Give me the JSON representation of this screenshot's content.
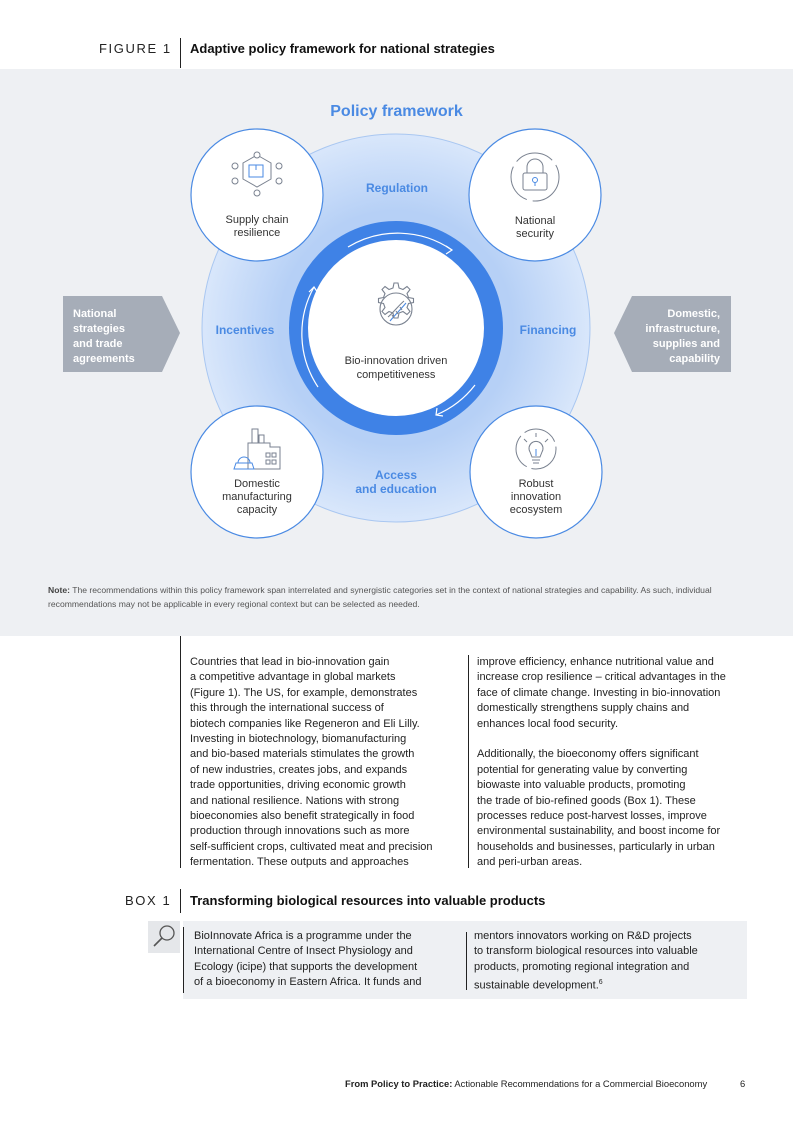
{
  "figure": {
    "label": "FIGURE 1",
    "title": "Adaptive policy framework for national strategies"
  },
  "diagram": {
    "heading": "Policy framework",
    "center": {
      "line1": "Bio-innovation driven",
      "line2": "competitiveness"
    },
    "ring_labels": {
      "top": "Regulation",
      "left": "Incentives",
      "right": "Financing",
      "bottom_line1": "Access",
      "bottom_line2": "and education"
    },
    "nodes": {
      "top_left": {
        "line1": "Supply chain",
        "line2": "resilience"
      },
      "top_right": {
        "line1": "National",
        "line2": "security"
      },
      "bottom_left": {
        "line1": "Domestic",
        "line2": "manufacturing",
        "line3": "capacity"
      },
      "bottom_right": {
        "line1": "Robust",
        "line2": "innovation",
        "line3": "ecosystem"
      }
    },
    "left_arrow": {
      "line1": "National",
      "line2": "strategies",
      "line3": "and trade",
      "line4": "agreements"
    },
    "right_arrow": {
      "line1": "Domestic,",
      "line2": "infrastructure,",
      "line3": "supplies and",
      "line4": "capability"
    },
    "colors": {
      "accent": "#3d7fe0",
      "ring_dark": "#3f82e6",
      "disc_light": "#c6dbf8",
      "arrow_gray": "#a6adb8"
    }
  },
  "note": {
    "label": "Note:",
    "text": " The recommendations within this policy framework span interrelated and synergistic categories set in the context of national strategies and capability. As such, individual recommendations may not be applicable in every regional context but can be selected as needed."
  },
  "body": {
    "col1": "Countries that lead in bio-innovation gain\na competitive advantage in global markets\n(Figure 1). The US, for example, demonstrates\nthis through the international success of\nbiotech companies like Regeneron and Eli Lilly.\nInvesting in biotechnology, biomanufacturing\nand bio-based materials stimulates the growth\nof new industries, creates jobs, and expands\ntrade opportunities, driving economic growth\nand national resilience. Nations with strong\nbioeconomies also benefit strategically in food\nproduction through innovations such as more\nself-sufficient crops, cultivated meat and precision\nfermentation. These outputs and approaches",
    "col2": "improve efficiency, enhance nutritional value and\nincrease crop resilience – critical advantages in the\nface of climate change. Investing in bio-innovation\ndomestically strengthens supply chains and\nenhances local food security.\n\nAdditionally, the bioeconomy offers significant\npotential for generating value by converting\nbiowaste into valuable products, promoting\nthe trade of bio-refined goods (Box 1). These\nprocesses reduce post-harvest losses, improve\nenvironmental sustainability, and boost income for\nhouseholds and businesses, particularly in urban\nand peri-urban areas."
  },
  "box": {
    "label": "BOX 1",
    "title": "Transforming biological resources into valuable products",
    "col1": "BioInnovate Africa is a programme under the\nInternational Centre of Insect Physiology and\nEcology (icipe) that supports the development\nof a bioeconomy in Eastern Africa. It funds and",
    "col2": "mentors innovators working on R&D projects\nto transform biological resources into valuable\nproducts, promoting regional integration and\nsustainable development.",
    "footnote_ref": "6"
  },
  "footer": {
    "bold": "From Policy to Practice:",
    "rest": " Actionable Recommendations for a Commercial Bioeconomy",
    "page": "6"
  }
}
